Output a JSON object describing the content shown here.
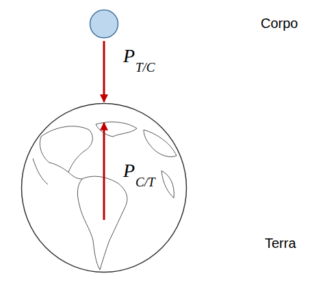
{
  "diagram": {
    "nodes": [
      {
        "text": [
          "Corpo"
        ]
      },
      {
        "text": [
          "Terra"
        ]
      }
    ],
    "edges": [
      {
        "from": 0,
        "to": 1,
        "arrow": "to"
      }
    ],
    "labels": [
      "P",
      "T/C",
      "P",
      "C/T"
    ]
  }
}
